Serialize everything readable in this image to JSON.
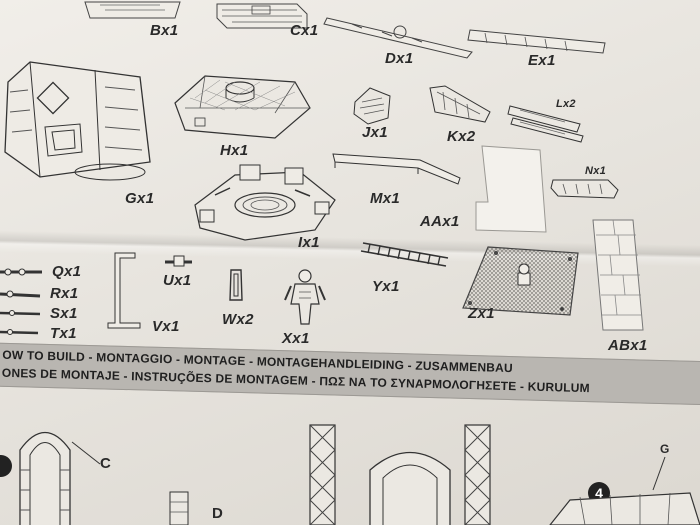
{
  "parts": {
    "bx": "Bx1",
    "cx": "Cx1",
    "dx": "Dx1",
    "ex": "Ex1",
    "gx": "Gx1",
    "hx": "Hx1",
    "jx": "Jx1",
    "kx": "Kx2",
    "lx": "Lx2",
    "mx": "Mx1",
    "nx": "Nx1",
    "aax": "AAx1",
    "ix": "Ix1",
    "qx": "Qx1",
    "rx": "Rx1",
    "sx": "Sx1",
    "tx": "Tx1",
    "ux": "Ux1",
    "vx": "Vx1",
    "wx": "Wx2",
    "xx": "Xx1",
    "yx": "Yx1",
    "zx": "Zx1",
    "abx": "ABx1"
  },
  "banner": {
    "line1": "OW TO BUILD - MONTAGGIO - MONTAGE - MONTAGEHANDLEIDING - ZUSAMMENBAU",
    "line2": "ONES DE MONTAJE - INSTRUÇÕES DE MONTAGEM - ΠΩΣ ΝΑ ΤΟ ΣΥΝΑΡΜΟΛΟΓΗΣΕΤΕ - KURULUM"
  },
  "steps": {
    "c_label": "C",
    "d_label": "D",
    "g_label": "G",
    "step4": "4"
  }
}
